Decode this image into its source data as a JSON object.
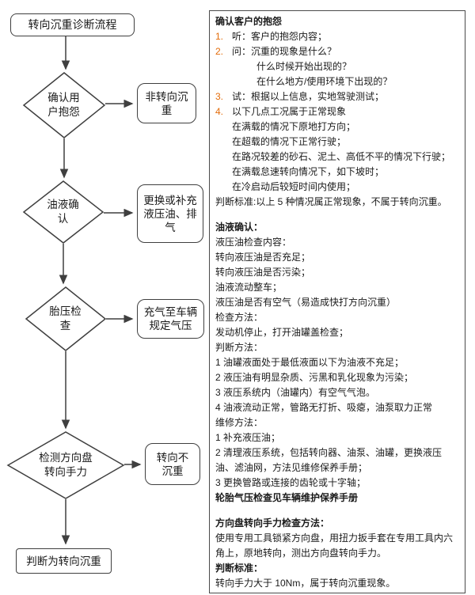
{
  "flowchart": {
    "nodes": {
      "start": {
        "label": "转向沉重诊断流程"
      },
      "d1": {
        "label": "确认用户抱怨"
      },
      "d2": {
        "label": "油液确认"
      },
      "d3": {
        "label": "胎压检查"
      },
      "d4": {
        "label": "检测方向盘转向手力"
      },
      "r1": {
        "label": "非转向沉重"
      },
      "r2": {
        "label": "更换或补充液压油、排气"
      },
      "r3": {
        "label": "充气至车辆规定气压"
      },
      "r4": {
        "label": "转向不沉重"
      },
      "end": {
        "label": "判断为转向沉重"
      }
    },
    "accent_stroke": "#3f3f3f"
  },
  "panel": {
    "marker_color": "#E36C0A",
    "s1": {
      "title": "确认客户的抱怨",
      "items": [
        {
          "m": "1.",
          "t": "听：客户的抱怨内容；"
        },
        {
          "m": "2.",
          "t": "问：沉重的现象是什么？"
        },
        {
          "t": "什么时候开始出现的？"
        },
        {
          "t": "在什么地方/使用环境下出现的？"
        },
        {
          "m": "3.",
          "t": "试：根据以上信息，实地驾驶测试；"
        },
        {
          "m": "4.",
          "t": "以下几点工况属于正常现象"
        },
        {
          "t": "在满载的情况下原地打方向；"
        },
        {
          "t": "在超载的情况下正常行驶；"
        },
        {
          "t": "在路况较差的砂石、泥土、高低不平的情况下行驶；"
        },
        {
          "t": "在满载怠速转向情况下，如下坡时；"
        },
        {
          "t": "在冷启动后较短时间内使用；"
        },
        {
          "t": "判断标准:以上 5 种情况属正常现象，不属于转向沉重。"
        }
      ]
    },
    "s2": {
      "title": "油液确认：",
      "lines": [
        "液压油检查内容：",
        "转向液压油是否充足；",
        "转向液压油是否污染；",
        "油液流动整车；",
        "液压油是否有空气（易造成快打方向沉重）",
        "检查方法：",
        "发动机停止，打开油罐盖检查；",
        "判断方法：",
        "1 油罐液面处于最低液面以下为油液不充足；",
        "2 液压油有明显杂质、污黑和乳化现象为污染；",
        "3 液压系统内（油罐内）有空气气泡。",
        "4 油液流动正常，管路无打折、吸瘪，油泵取力正常",
        "维修方法：",
        "1 补充液压油；",
        "2 清理液压系统，包括转向器、油泵、油罐，更换液压油、滤油网，方法见维修保养手册；",
        "3 更换管路或连接的齿轮或十字轴；"
      ],
      "footer": "轮胎气压检查见车辆维护保养手册"
    },
    "s3": {
      "title": "方向盘转向手力检查方法：",
      "body": "使用专用工具锁紧方向盘，用扭力扳手套在专用工具内六角上，原地转向，测出方向盘转向手力。",
      "subtitle": "判断标准：",
      "line": "转向手力大于 10Nm，属于转向沉重现象。"
    }
  }
}
